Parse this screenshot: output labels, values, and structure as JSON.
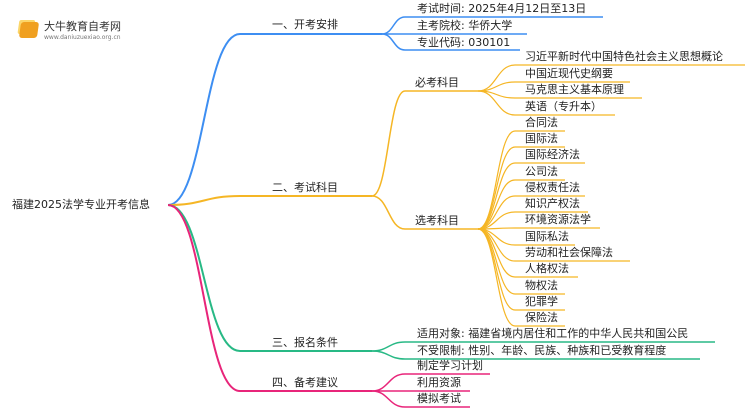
{
  "logo": {
    "title": "大牛教育自考网",
    "url": "www.daniuzuexiao.org.cn"
  },
  "root": "福建2025法学专业开考信息",
  "colors": {
    "b1": "#3d8ef2",
    "b2": "#f5b625",
    "b3": "#28b985",
    "b4": "#e8257a"
  },
  "branches": [
    {
      "label": "一、开考安排",
      "children": [
        "考试时间: 2025年4月12日至13日",
        "主考院校: 华侨大学",
        "专业代码: 030101"
      ]
    },
    {
      "label": "二、考试科目",
      "groups": [
        {
          "label": "必考科目",
          "children": [
            "习近平新时代中国特色社会主义思想概论",
            "中国近现代史纲要",
            "马克思主义基本原理",
            "英语（专升本）"
          ]
        },
        {
          "label": "选考科目",
          "children": [
            "合同法",
            "国际法",
            "国际经济法",
            "公司法",
            "侵权责任法",
            "知识产权法",
            "环境资源法学",
            "国际私法",
            "劳动和社会保障法",
            "人格权法",
            "物权法",
            "犯罪学",
            "保险法"
          ]
        }
      ]
    },
    {
      "label": "三、报名条件",
      "children": [
        "适用对象: 福建省境内居住和工作的中华人民共和国公民",
        "不受限制: 性别、年龄、民族、种族和已受教育程度"
      ]
    },
    {
      "label": "四、备考建议",
      "children": [
        "制定学习计划",
        "利用资源",
        "模拟考试"
      ]
    }
  ]
}
